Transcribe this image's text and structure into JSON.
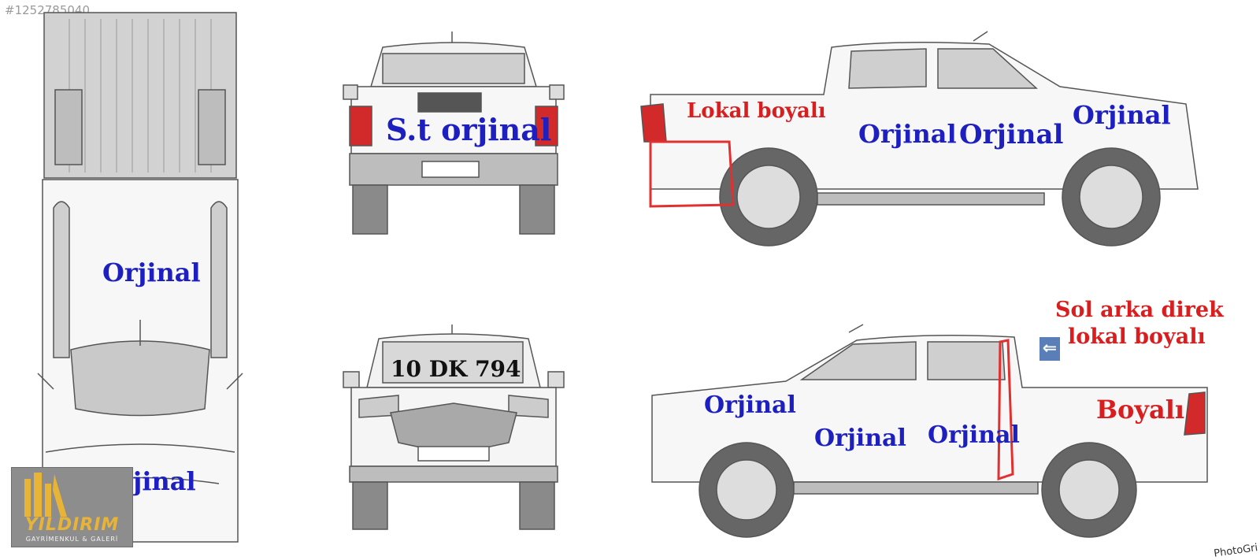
{
  "listing_id": "#1252785040",
  "views": {
    "top": {
      "roof_label": "Orjinal",
      "hood_label": "Orjinal"
    },
    "rear": {
      "tailgate_label": "S.t orjinal"
    },
    "front": {
      "plate": "10 DK 794"
    },
    "right_side": {
      "rear_fender_label": "Lokal boyalı",
      "rear_door_label": "Orjinal",
      "front_door_label": "Orjinal",
      "front_fender_label": "Orjinal"
    },
    "left_side": {
      "pillar_note_line1": "Sol arka direk",
      "pillar_note_line2": "lokal boyalı",
      "front_fender_label": "Orjinal",
      "front_door_label": "Orjinal",
      "rear_door_label": "Orjinal",
      "rear_fender_label": "Boyalı",
      "arrow_icon": "left-arrow-icon"
    }
  },
  "logo": {
    "name": "YILDIRIM",
    "subtitle": "GAYRİMENKUL & GALERİ"
  },
  "watermark": "PhotoGri",
  "colors": {
    "original_label": "#1d1fbf",
    "painted_label": "#d81e1e",
    "highlight": "#e03030"
  }
}
